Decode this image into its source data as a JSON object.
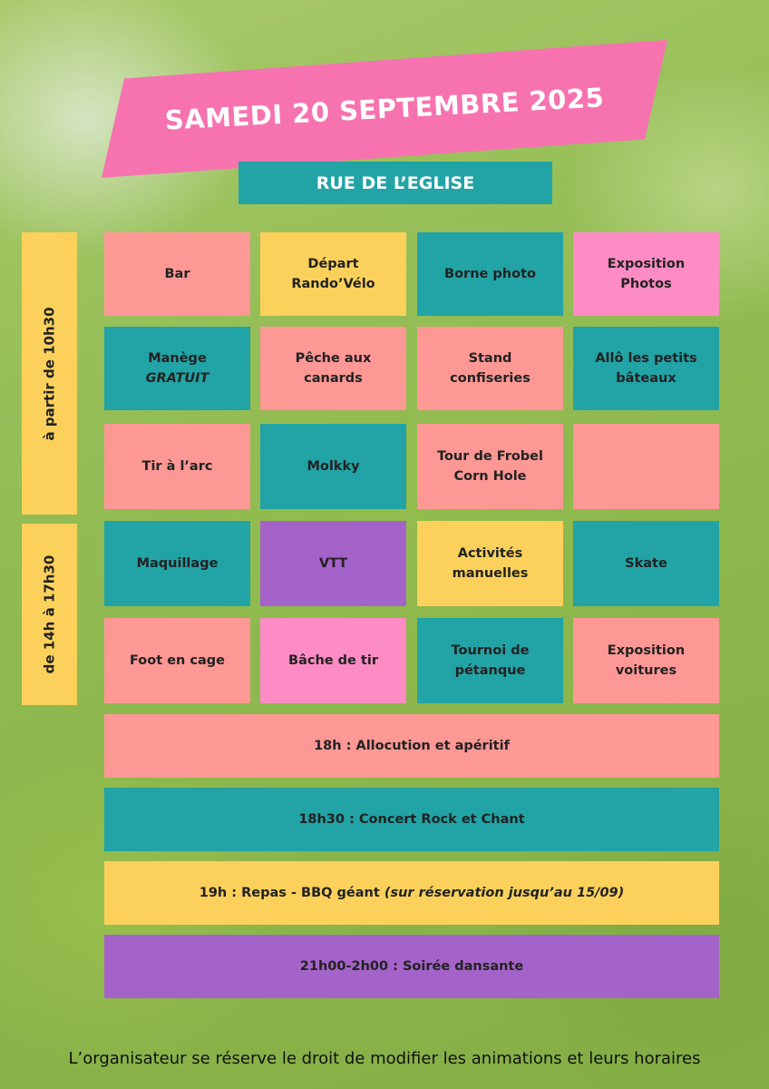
{
  "header": {
    "date_title": "SAMEDI 20 SEPTEMBRE 2025",
    "street": "RUE DE L’EGLISE"
  },
  "side_labels": {
    "morning": "à partir de 10h30",
    "afternoon": "de 14h à 17h30"
  },
  "grid": {
    "row1": [
      {
        "line1": "Bar",
        "line2": ""
      },
      {
        "line1": "Départ",
        "line2": "Rando’Vélo"
      },
      {
        "line1": "Borne photo",
        "line2": ""
      },
      {
        "line1": "Exposition",
        "line2": "Photos"
      }
    ],
    "row2": [
      {
        "line1": "Manège",
        "line2": "GRATUIT"
      },
      {
        "line1": "Pêche aux",
        "line2": "canards"
      },
      {
        "line1": "Stand",
        "line2": "confiseries"
      },
      {
        "line1": "Allô les petits",
        "line2": "bâteaux"
      }
    ],
    "row3": [
      {
        "line1": "Tir à l’arc",
        "line2": ""
      },
      {
        "line1": "Molkky",
        "line2": ""
      },
      {
        "line1": "Tour de Frobel",
        "line2": "Corn Hole"
      },
      {
        "line1": "",
        "line2": ""
      }
    ],
    "row4": [
      {
        "line1": "Maquillage",
        "line2": ""
      },
      {
        "line1": "VTT",
        "line2": ""
      },
      {
        "line1": "Activités",
        "line2": "manuelles"
      },
      {
        "line1": "Skate",
        "line2": ""
      }
    ],
    "row5": [
      {
        "line1": "Foot en cage",
        "line2": ""
      },
      {
        "line1": "Bâche de tir",
        "line2": ""
      },
      {
        "line1": "Tournoi de",
        "line2": "pétanque"
      },
      {
        "line1": "Exposition",
        "line2": "voitures"
      }
    ]
  },
  "evening": {
    "aperitif": "18h : Allocution et apéritif",
    "concert": "18h30 : Concert Rock et Chant",
    "repas": "19h : Repas - BBQ géant",
    "repas_note": "(sur réservation jusqu’au 15/09)",
    "soiree": "21h00-2h00 : Soirée dansante"
  },
  "footer": "L’organisateur se réserve le droit de modifier les animations et leurs horaires",
  "colors": {
    "salmon": "#fd9895",
    "yellow": "#fbd15c",
    "teal": "#22a3a5",
    "pink": "#fd8cc4",
    "purple": "#a463c8",
    "title_pink": "#f673b0"
  }
}
